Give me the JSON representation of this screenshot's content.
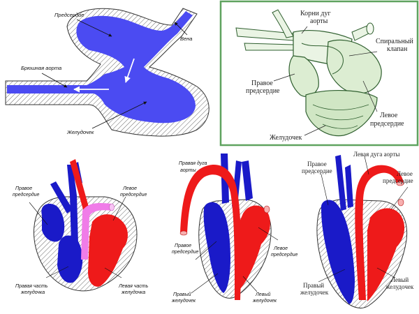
{
  "colors": {
    "fish_blood": "#4b4bf2",
    "venous": "#1a1ac8",
    "arterial": "#ee1a1a",
    "mixed": "#f07ce8",
    "green_frame": "#5fa35f",
    "green_ink": "#2f5f2f",
    "hatch": "#666666"
  },
  "panel_fish": {
    "label_atrium": "Предсердие",
    "label_vein": "Вена",
    "label_aorta": "Брюшная аорта",
    "label_ventricle": "Желудочек"
  },
  "panel_amphibian": {
    "label_arch_roots_1": "Корни дуг",
    "label_arch_roots_2": "аорты",
    "label_spiral_1": "Спиральный",
    "label_spiral_2": "клапан",
    "label_right_atrium_1": "Правое",
    "label_right_atrium_2": "предсердие",
    "label_left_atrium_1": "Левое",
    "label_left_atrium_2": "предсердие",
    "label_ventricle": "Желудочек"
  },
  "panel_reptile": {
    "label_right_atrium_1": "Правое",
    "label_right_atrium_2": "предсердие",
    "label_left_atrium_1": "Левое",
    "label_left_atrium_2": "предсердие",
    "label_right_vent_1": "Правая часть",
    "label_right_vent_2": "желудочка",
    "label_left_vent_1": "Левая часть",
    "label_left_vent_2": "желудочка"
  },
  "panel_bird": {
    "label_right_arch_1": "Правая дуга",
    "label_right_arch_2": "аорты",
    "label_right_atrium_1": "Правое",
    "label_right_atrium_2": "предсердие",
    "label_left_atrium_1": "Левое",
    "label_left_atrium_2": "предсердие",
    "label_right_vent_1": "Правый",
    "label_right_vent_2": "желудочек",
    "label_left_vent_1": "Левый",
    "label_left_vent_2": "желудочек"
  },
  "panel_mammal": {
    "label_left_arch": "Левая дуга аорты",
    "label_right_atrium_1": "Правое",
    "label_right_atrium_2": "предсердие",
    "label_left_atrium_1": "Левое",
    "label_left_atrium_2": "предсердие",
    "label_right_vent_1": "Правый",
    "label_right_vent_2": "желудочек",
    "label_left_vent_1": "Левый",
    "label_left_vent_2": "желудочек"
  }
}
